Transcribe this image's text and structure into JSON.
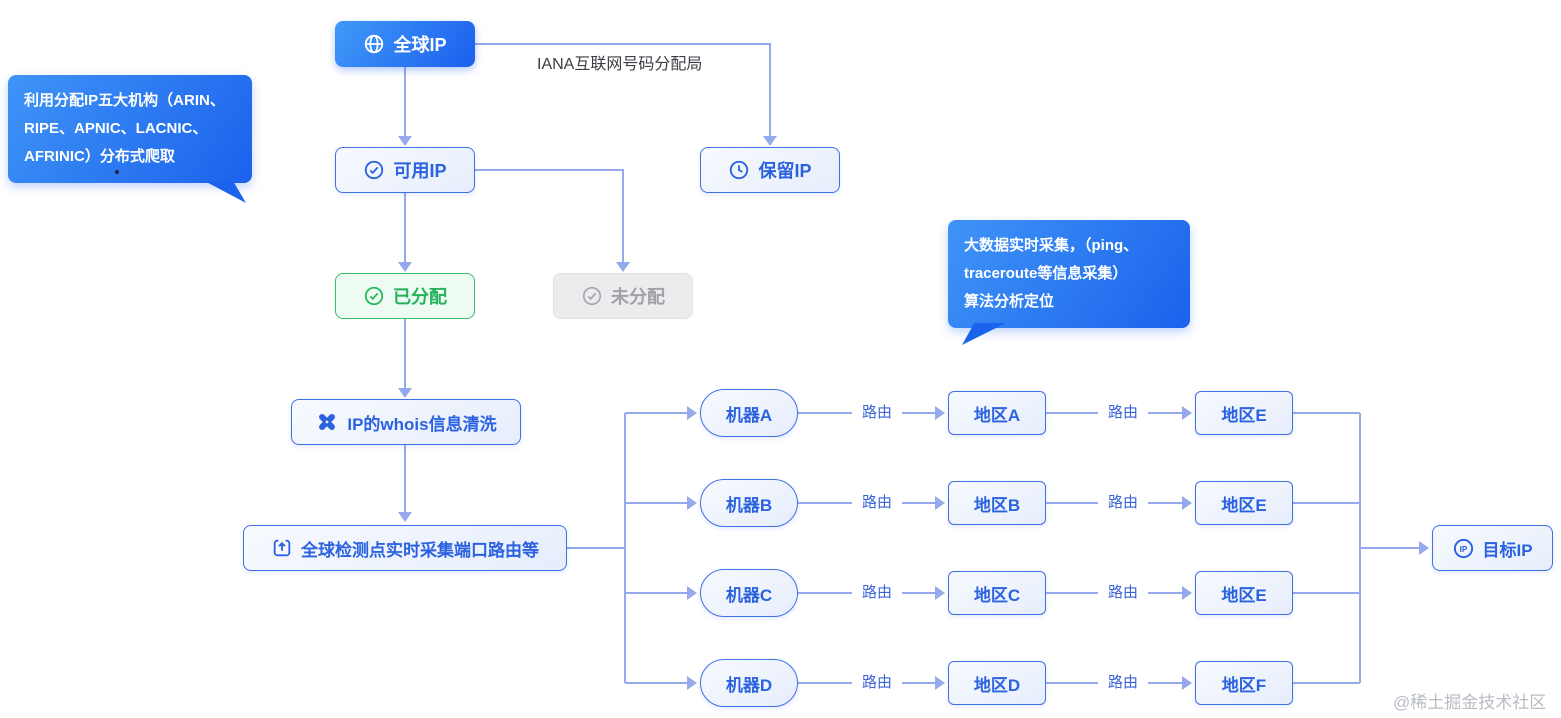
{
  "diagram": {
    "nodes": {
      "global_ip": "全球IP",
      "available_ip": "可用IP",
      "reserved_ip": "保留IP",
      "allocated": "已分配",
      "unallocated": "未分配",
      "whois_clean": "IP的whois信息清洗",
      "probe_collect": "全球检测点实时采集端口路由等",
      "target_ip": "目标IP"
    },
    "edge_labels": {
      "iana": "IANA互联网号码分配局",
      "route": "路由"
    },
    "callouts": {
      "left": {
        "lines": [
          "利用分配IP五大机构（ARIN、",
          "RIPE、APNIC、LACNIC、",
          "AFRINIC）分布式爬取"
        ]
      },
      "right": {
        "lines": [
          "大数据实时采集，（ping、",
          "traceroute等信息采集）",
          "算法分析定位"
        ]
      }
    },
    "rows": [
      {
        "machine": "机器A",
        "region1": "地区A",
        "region2": "地区E"
      },
      {
        "machine": "机器B",
        "region1": "地区B",
        "region2": "地区E"
      },
      {
        "machine": "机器C",
        "region1": "地区C",
        "region2": "地区E"
      },
      {
        "machine": "机器D",
        "region1": "地区D",
        "region2": "地区F"
      }
    ],
    "watermark": "@稀土掘金技术社区",
    "colors": {
      "accent_blue": "#2b62e0",
      "line": "#96a9ec",
      "solid_gradient_start": "#3f94f7",
      "solid_gradient_end": "#1b62ec",
      "green": "#22b257",
      "gray": "#9fa1a8"
    }
  }
}
